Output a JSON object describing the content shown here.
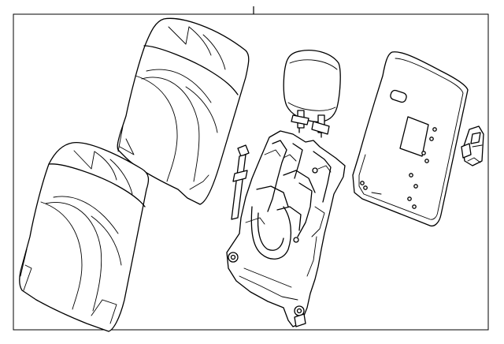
{
  "diagram": {
    "parts": [
      {
        "name": "upper-seatback-cover"
      },
      {
        "name": "lower-seatback-cover"
      },
      {
        "name": "headrest"
      },
      {
        "name": "seatback-frame"
      },
      {
        "name": "back-panel"
      },
      {
        "name": "guide-rod"
      },
      {
        "name": "latch-clip"
      }
    ],
    "colors": {
      "line": "#000000",
      "background": "#ffffff",
      "border_bg": "#ffffff"
    }
  }
}
